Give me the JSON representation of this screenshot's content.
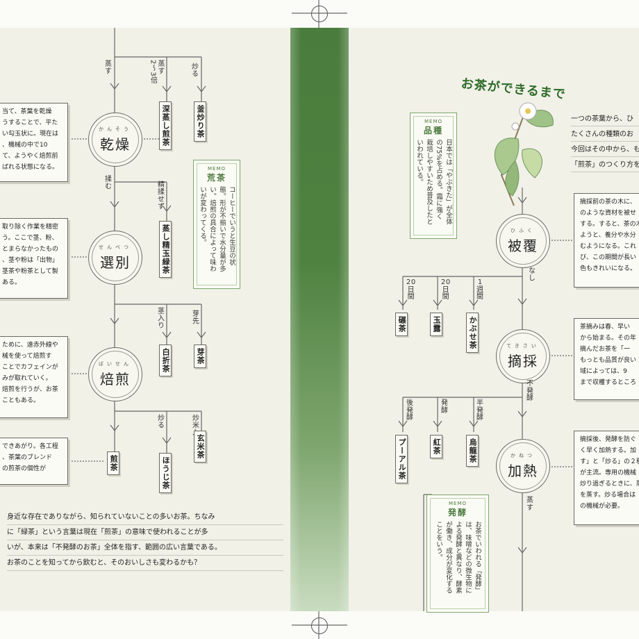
{
  "headline": "お茶ができるまで",
  "intro_lines": [
    "一つの茶葉から、ひ",
    "たくさんの種類のお",
    "今回はその中から、も",
    "「煎茶」のつくり方を"
  ],
  "left": {
    "steps": [
      {
        "ruby": "かんそう",
        "name": "乾燥"
      },
      {
        "ruby": "せんべつ",
        "name": "選別"
      },
      {
        "ruby": "ばいせん",
        "name": "焙煎"
      }
    ],
    "labels": {
      "steam": "蒸す",
      "steam_more": "蒸す\n2〜3倍",
      "roast": "炒る",
      "knead": "揉む",
      "no_knead": "精揉せず",
      "stem": "茎入り",
      "bud": "芽先",
      "roast2": "炒る",
      "rice": "炒米入り"
    },
    "teas": {
      "fukamushi": "深蒸し煎茶",
      "kamairi": "釜炒り茶",
      "tamaryoku": "蒸し精玉緑茶",
      "shiraore": "白折茶",
      "mecha": "芽茶",
      "sencha": "煎茶",
      "houji": "ほうじ茶",
      "genmai": "玄米茶"
    },
    "descs": {
      "d1": "当て、茶葉を乾燥\nうすることで、平た\nい勾玉状に。現在は\n、機械の中で10\nて、ようやく焙煎前\nばれる状態になる。",
      "d2": "取り除く作業を精密\nう。ここで茎、粉、\nとまらなかったもの\n、茎や粉は「出物」\n茎茶や粉茶として製\nある。",
      "d3": "ために、遠赤外線や\n械を使って焙煎す\nことでカフェインが\nみが取れていく。\n焙煎を行うが、お茶\nこともある。",
      "d4": "できあがり。各工程\n、茶葉のブレンド\nの煎茶の個性が"
    },
    "memo": {
      "label": "MEMO",
      "title": "荒茶",
      "text": "コーヒーでいうと生豆の状態。形が不揃いで水分量が多い。焙煎の具合によって味わいが変わってくる。"
    },
    "intro": [
      "身近な存在でありながら、知られていないことの多いお茶。ちなみ",
      "に「緑茶」という言葉は現在「煎茶」の意味で使われることが多",
      "いが、本来は「不発酵のお茶」全体を指す、範囲の広い言葉である。",
      "お茶のことを知ってから飲むと、そのおいしさも変わるかも？"
    ]
  },
  "right": {
    "steps": [
      {
        "ruby": "ひふく",
        "name": "被覆"
      },
      {
        "ruby": "てきさい",
        "name": "摘採"
      },
      {
        "ruby": "かねつ",
        "name": "加熱"
      }
    ],
    "labels": {
      "none": "なし",
      "d20a": "20\n日\n間",
      "d20b": "20\n日\n間",
      "w1": "1\n週\n間",
      "nonferment": "不\n発\n酵",
      "post": "後\n発\n酵",
      "ferment": "発\n酵",
      "half": "半\n発\n酵",
      "steam": "蒸\nす"
    },
    "teas": {
      "tencha": "碾茶",
      "gyokuro": "玉露",
      "kabuse": "かぶせ茶",
      "puer": "プーアル茶",
      "koucha": "紅茶",
      "oolong": "烏龍茶"
    },
    "descs": {
      "d1": "摘採前の茶の木に、\nのような資材を被せ\nする。すると、茶の木\nようと、養分や水分\nむようになる。これ\nび、この期間が長い\n色もきれいになる。",
      "d2": "茶摘みは春、早い\nから始まる。その年\n摘んだお茶を「一\nもっとも品質が良い\n域によっては、9\nまで収穫するところ",
      "d3": "摘採後、発酵を防ぐ\nく早く加熱する。加\nす」と「炒る」の２種\nが主流。専用の機械\n炒り過ぎるときに、蒸\nを蒸す。炒る場合は\nの機械が必要。"
    },
    "memo1": {
      "label": "MEMO",
      "title": "品種",
      "text": "日本では「やぶきた」が全体の75%を占める。霜に強く栽培しやすいため普及したといわれている。"
    },
    "memo2": {
      "label": "MEMO",
      "title": "発酵",
      "text": "お茶でいわれる「発酵」は、味噌などの微生物による発酵と異なり、酵素が働き、成分が変化することをいう。"
    }
  }
}
